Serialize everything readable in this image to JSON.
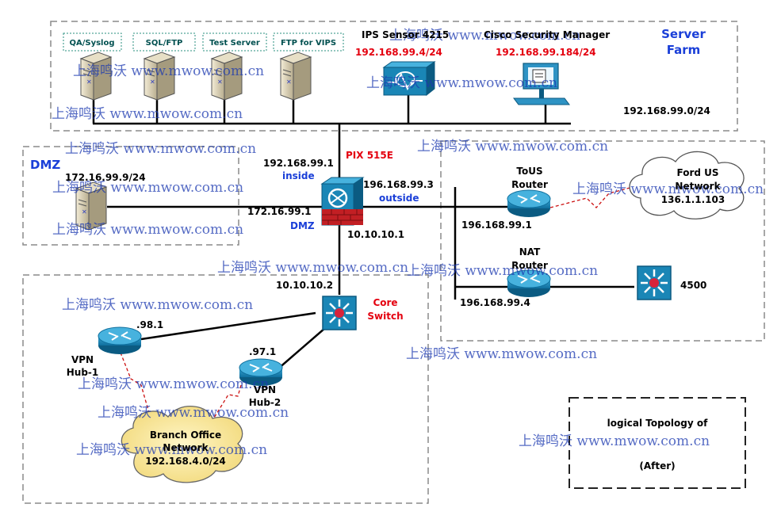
{
  "server_farm": {
    "title_line1": "Server",
    "title_line2": "Farm",
    "subnet": "192.168.99.0/24",
    "servers": [
      "QA/Syslog",
      "SQL/FTP",
      "Test Server",
      "FTP for VIPS"
    ],
    "ips_sensor": {
      "name": "IPS Sensor 4215",
      "ip": "192.168.99.4/24"
    },
    "csm": {
      "name": "Cisco Security Manager",
      "ip": "192.168.99.184/24"
    }
  },
  "dmz": {
    "title": "DMZ",
    "server_ip": "172.16.99.9/24"
  },
  "firewall": {
    "name": "PIX 515E",
    "inside_ip": "192.168.99.1",
    "inside_label": "inside",
    "outside_ip": "196.168.99.3",
    "outside_label": "outside",
    "dmz_ip": "172.16.99.1",
    "dmz_label": "DMZ",
    "core_link_ip": "10.10.10.1"
  },
  "core_switch": {
    "name_line1": "Core",
    "name_line2": "Switch",
    "ip": "10.10.10.2"
  },
  "vpn_hub1": {
    "line1": "VPN",
    "line2": "Hub-1",
    "ip": ".98.1"
  },
  "vpn_hub2": {
    "line1": "VPN",
    "line2": "Hub-2",
    "ip": ".97.1"
  },
  "branch": {
    "line1": "Branch Office",
    "line2": "Network",
    "line3": "192.168.4.0/24"
  },
  "tous_router": {
    "line1": "ToUS",
    "line2": "Router",
    "ip": "196.168.99.1"
  },
  "ford_us": {
    "line1": "Ford US",
    "line2": "Network",
    "line3": "136.1.1.103"
  },
  "nat_router": {
    "line1": "NAT",
    "line2": "Router",
    "ip": "196.168.99.4"
  },
  "switch_4500": {
    "label": "4500"
  },
  "logical_box": {
    "line1": "logical Topology of",
    "line2": "",
    "line3": "(After)"
  },
  "watermark": "上海鸣沃 www.mwow.com.cn",
  "colors": {
    "device_blue": "#1a86b6",
    "link_red": "#cc1111",
    "label_red": "#e4000f",
    "label_blue": "#1a3fd8"
  }
}
